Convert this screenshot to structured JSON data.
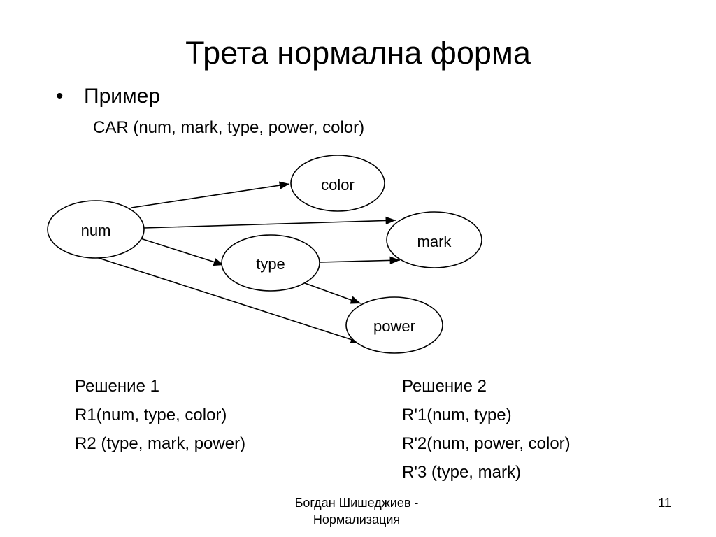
{
  "slide": {
    "title": "Трета нормална форма",
    "bullet": "Пример",
    "relation": "CAR (num, mark,  type, power,  color)"
  },
  "diagram": {
    "nodes": {
      "num": "num",
      "color": "color",
      "mark": "mark",
      "type": "type",
      "power": "power"
    },
    "edges": [
      {
        "from": "num",
        "to": "color"
      },
      {
        "from": "num",
        "to": "mark"
      },
      {
        "from": "num",
        "to": "type"
      },
      {
        "from": "num",
        "to": "power"
      },
      {
        "from": "type",
        "to": "mark"
      },
      {
        "from": "type",
        "to": "power"
      }
    ]
  },
  "solutions": {
    "solution1": {
      "title": "Решение 1",
      "lines": [
        "R1(num, type, color)",
        "R2 (type, mark, power)"
      ]
    },
    "solution2": {
      "title": "Решение 2",
      "lines": [
        "R'1(num, type)",
        "R'2(num, power, color)",
        "R'3 (type, mark)"
      ]
    }
  },
  "footer": {
    "author_line1": "Богдан Шишеджиев -",
    "author_line2": "Нормализация",
    "page_number": "11"
  }
}
